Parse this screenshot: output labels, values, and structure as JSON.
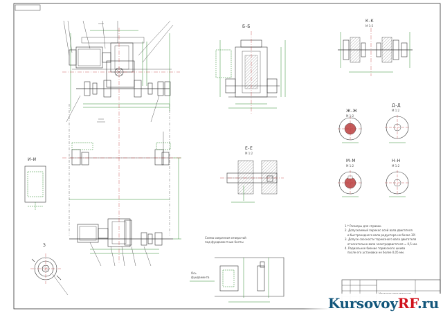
{
  "sections": {
    "b_b": "Б-Б",
    "k_k": "К-К",
    "e_e": "Е-Е",
    "i_i": "И-И",
    "zh_zh": "Ж-Ж",
    "d_d": "Д-Д",
    "m_m": "М-М",
    "n_n": "Н-Н",
    "z": "З",
    "scale_k": "М 1:5",
    "scale_e": "М 1:2",
    "scale_zh": "М 1:2",
    "scale_d": "М 1:2",
    "scale_m": "М 1:2",
    "scale_n": "М 1:2"
  },
  "notes": {
    "drill_text": "Схема сверления отверстий\nпод фундаментные болты",
    "base_label": "Ось\nфундамента",
    "tech_requirements": "1.* Размеры для справок.\n2. Допускаемый перекос осей вала двигателя\n   и быстроходного вала редуктора не более 30'.\n3. Допуск соосности тормозного вала двигателя\n   относительно вала электродвигателя = 0,5 мм.\n4. Радиальное биение тормозного шкива\n   после его установки не более 0,05 мм."
  },
  "title_block": {
    "name": "Механизм передвижения"
  },
  "watermark": {
    "part1": "Kursovoy",
    "part2": "RF",
    "part3": ".ru"
  },
  "colors": {
    "drawing_line": "#333333",
    "dimension_green": "#2e8b2e",
    "centerline_red": "#c03030",
    "watermark_blue": "#11557a",
    "watermark_red": "#d0111b"
  }
}
